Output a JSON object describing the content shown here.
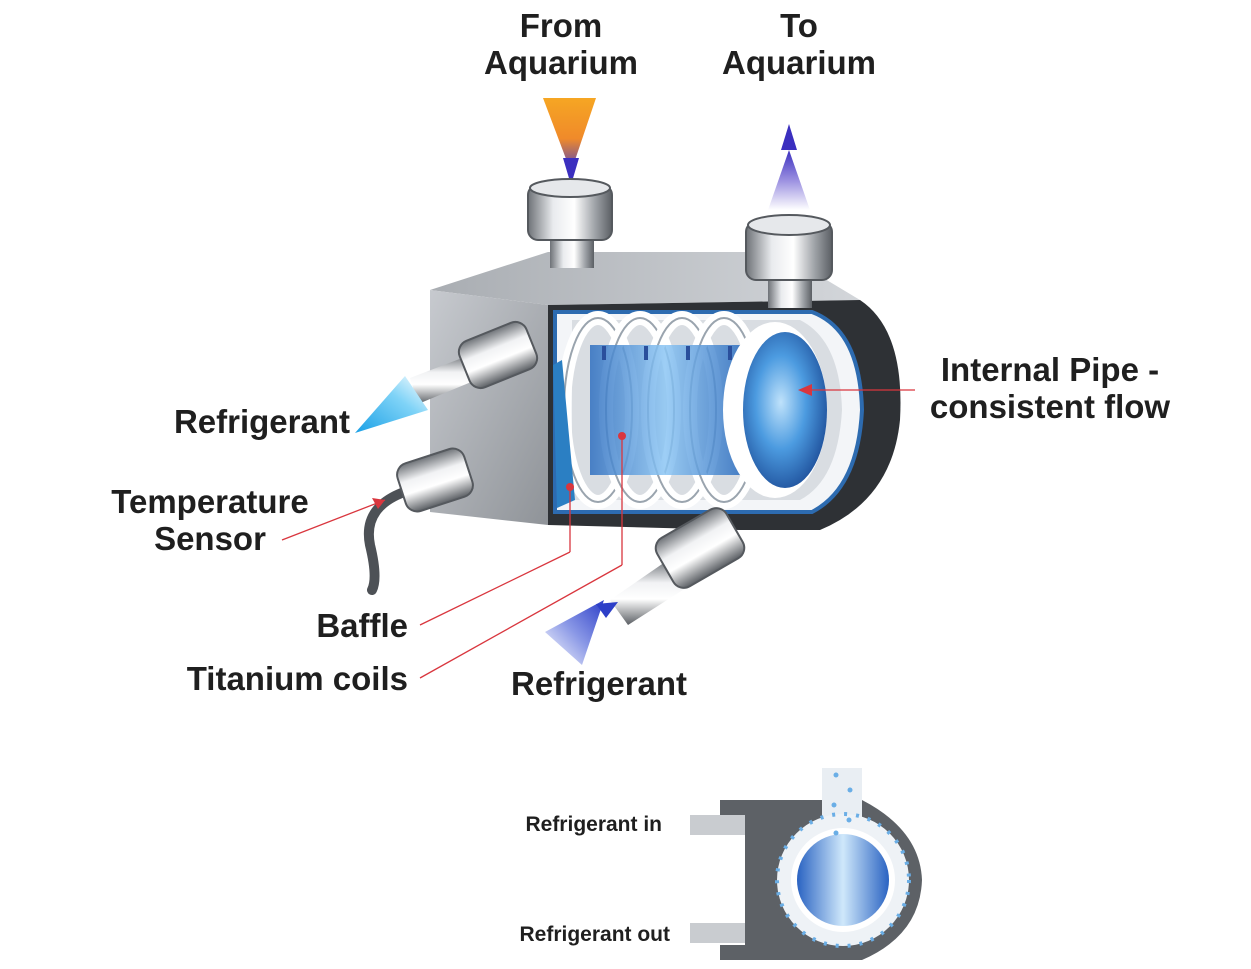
{
  "labels": {
    "from_aquarium_line1": "From",
    "from_aquarium_line2": "Aquarium",
    "to_aquarium_line1": "To",
    "to_aquarium_line2": "Aquarium",
    "internal_pipe_line1": "Internal Pipe -",
    "internal_pipe_line2": "consistent flow",
    "refrigerant_left": "Refrigerant",
    "temperature_line1": "Temperature",
    "temperature_line2": "Sensor",
    "baffle": "Baffle",
    "titanium_coils": "Titanium coils",
    "refrigerant_bottom": "Refrigerant",
    "refrigerant_in": "Refrigerant in",
    "refrigerant_out": "Refrigerant out"
  },
  "colors": {
    "leader_line": "#d9363e",
    "warm_flow": "#f39a1e",
    "cold_flow": "#3b5bd6",
    "refrigerant_flow": "#3fb7ef",
    "pipe_blue": "#3f8fd8",
    "housing_gray": "#b9bcc1",
    "casing_dark": "#2e3135"
  }
}
